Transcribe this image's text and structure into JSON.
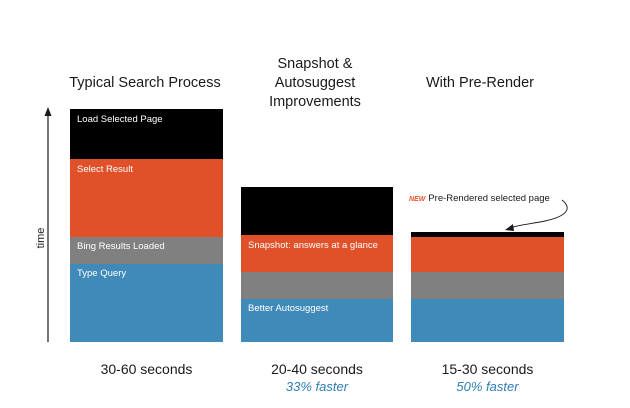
{
  "columns": [
    {
      "title_lines": [
        "Typical Search Process"
      ],
      "segments": [
        {
          "label": "Load Selected Page",
          "color": "#000000"
        },
        {
          "label": "Select Result",
          "color": "#e0512a"
        },
        {
          "label": "Bing Results Loaded",
          "color": "#808080"
        },
        {
          "label": "Type Query",
          "color": "#3f8ab8"
        }
      ],
      "duration": "30-60 seconds",
      "speedup": ""
    },
    {
      "title_lines": [
        "Snapshot &",
        "Autosuggest",
        "Improvements"
      ],
      "segments": [
        {
          "label": "",
          "color": "#000000"
        },
        {
          "label": "Snapshot: answers at a glance",
          "color": "#e0512a"
        },
        {
          "label": "",
          "color": "#808080"
        },
        {
          "label": "Better Autosuggest",
          "color": "#3f8ab8"
        }
      ],
      "duration": "20-40 seconds",
      "speedup": "33% faster"
    },
    {
      "title_lines": [
        "With Pre-Render"
      ],
      "segments": [
        {
          "label": "",
          "color": "#000000"
        },
        {
          "label": "",
          "color": "#e0512a"
        },
        {
          "label": "",
          "color": "#808080"
        },
        {
          "label": "",
          "color": "#3f8ab8"
        }
      ],
      "duration": "15-30 seconds",
      "speedup": "50% faster"
    }
  ],
  "axis": {
    "label": "time"
  },
  "callout": {
    "badge": "NEW",
    "text": "Pre-Rendered selected page"
  }
}
